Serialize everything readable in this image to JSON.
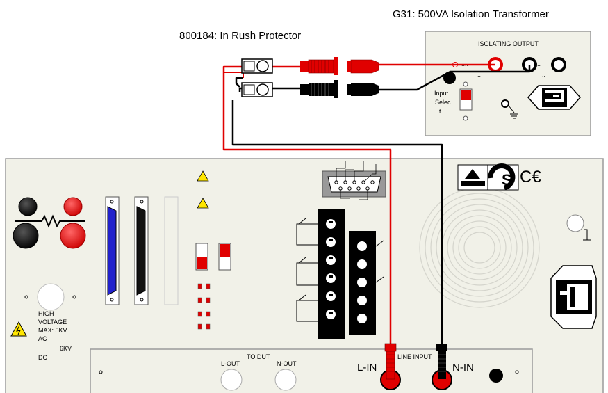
{
  "titles": {
    "transformer": "G31: 500VA Isolation Transformer",
    "protector": "800184: In Rush Protector"
  },
  "transformer": {
    "isolating_output": "ISOLATING OUTPUT",
    "input_select_line1": "Input",
    "input_select_line2": "Selec",
    "input_select_line3": "t"
  },
  "panel": {
    "hv_line1": "HIGH",
    "hv_line2": "VOLTAGE",
    "hv_line3": "MAX: 5KV",
    "hv_line4": "AC",
    "hv_line5": "6KV",
    "hv_line6": "DC",
    "to_dut": "TO DUT",
    "l_out": "L-OUT",
    "n_out": "N-OUT",
    "line_input": "LINE INPUT",
    "l_in": "L-IN",
    "n_in": "N-IN",
    "ce_mark": "C€"
  },
  "colors": {
    "red_wire": "#e00000",
    "black_wire": "#000000",
    "panel_fill": "#f1f1e8",
    "panel_stroke": "#9a9a9a",
    "warning_yellow": "#ffe600",
    "connector_blue": "#2222cc"
  }
}
